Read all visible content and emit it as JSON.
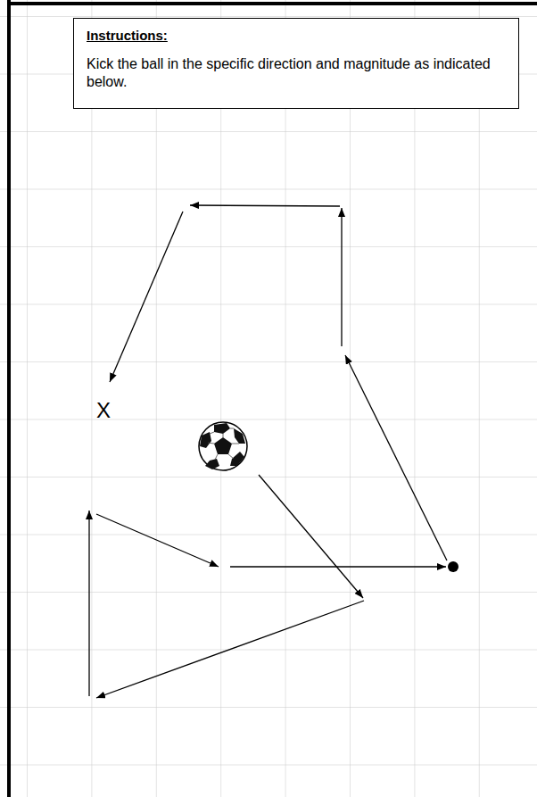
{
  "diagram": {
    "nodes": [
      {
        "text": [
          "Instructions:",
          "Kick the ball in the specific direction and magnitude as indicated below."
        ]
      }
    ],
    "labels": [
      "X"
    ]
  }
}
